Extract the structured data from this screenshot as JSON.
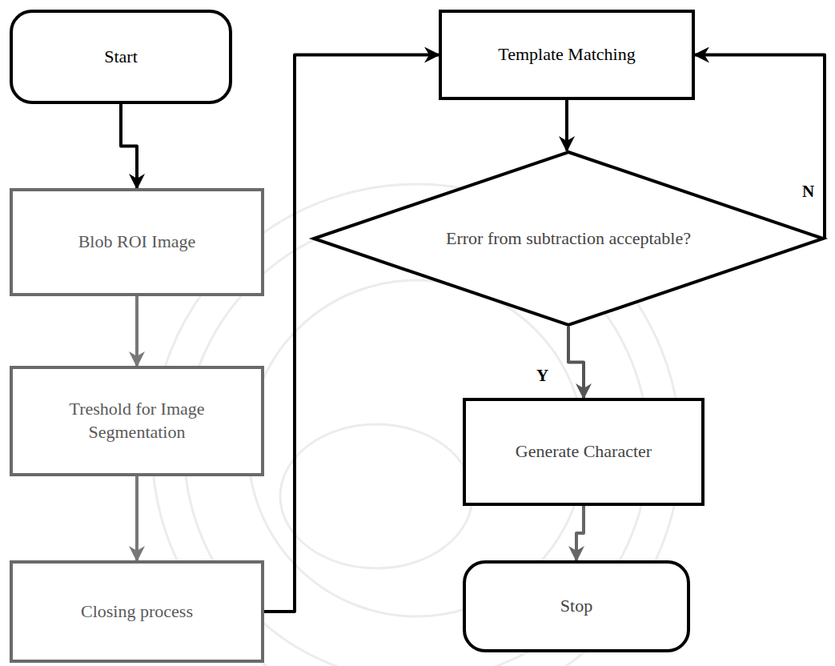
{
  "diagram": {
    "nodes": [
      {
        "text": [
          "Start"
        ]
      },
      {
        "text": [
          "Blob ROI Image"
        ]
      },
      {
        "text": [
          "Treshold for Image Segmentation"
        ]
      },
      {
        "text": [
          "Closing process"
        ]
      },
      {
        "text": [
          "Template Matching"
        ]
      },
      {
        "text": [
          "Error from subtraction acceptable?"
        ]
      },
      {
        "text": [
          "Generate Character"
        ]
      },
      {
        "text": [
          "Stop"
        ]
      }
    ],
    "edges": [
      {
        "from": 0,
        "to": 1,
        "arrow": "to"
      },
      {
        "from": 1,
        "to": 2,
        "arrow": "to"
      },
      {
        "from": 2,
        "to": 3,
        "arrow": "to"
      },
      {
        "from": 3,
        "to": 4,
        "arrow": "to"
      },
      {
        "from": 4,
        "to": 5,
        "arrow": "to"
      },
      {
        "from": 5,
        "to": 6,
        "label": "Y",
        "arrow": "to"
      },
      {
        "from": 6,
        "to": 7,
        "arrow": "to"
      },
      {
        "from": 5,
        "to": 4,
        "label": "N",
        "arrow": "to"
      }
    ]
  }
}
